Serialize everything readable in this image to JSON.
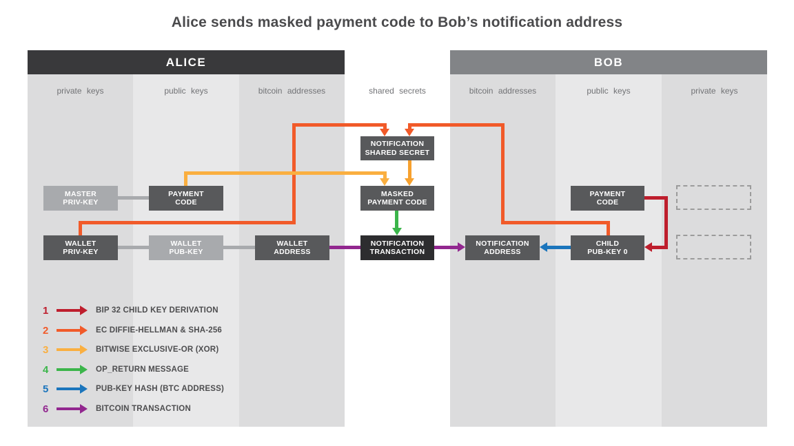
{
  "title": "Alice sends masked payment code to Bob’s notification address",
  "panels": {
    "alice": {
      "header": "ALICE",
      "columns": [
        "private keys",
        "public keys",
        "bitcoin addresses"
      ]
    },
    "middle_column_label": "shared secrets",
    "bob": {
      "header": "BOB",
      "columns": [
        "bitcoin addresses",
        "public keys",
        "private keys"
      ]
    }
  },
  "boxes": {
    "master_priv_key": {
      "l1": "MASTER",
      "l2": "PRIV-KEY"
    },
    "payment_code_alice": {
      "l1": "PAYMENT",
      "l2": "CODE"
    },
    "wallet_priv_key": {
      "l1": "WALLET",
      "l2": "PRIV-KEY"
    },
    "wallet_pub_key": {
      "l1": "WALLET",
      "l2": "PUB-KEY"
    },
    "wallet_address": {
      "l1": "WALLET",
      "l2": "ADDRESS"
    },
    "notification_shared_secret": {
      "l1": "NOTIFICATION",
      "l2": "SHARED SECRET"
    },
    "masked_payment_code": {
      "l1": "MASKED",
      "l2": "PAYMENT CODE"
    },
    "notification_transaction": {
      "l1": "NOTIFICATION",
      "l2": "TRANSACTION"
    },
    "notification_address": {
      "l1": "NOTIFICATION",
      "l2": "ADDRESS"
    },
    "payment_code_bob": {
      "l1": "PAYMENT",
      "l2": "CODE"
    },
    "child_pub_key_0": {
      "l1": "CHILD",
      "l2": "PUB-KEY 0"
    }
  },
  "legend": {
    "items": [
      {
        "num": "1",
        "label": "BIP 32 CHILD KEY DERIVATION",
        "color": "#BE1E2D"
      },
      {
        "num": "2",
        "label": "EC DIFFIE-HELLMAN & SHA-256",
        "color": "#F15A29"
      },
      {
        "num": "3",
        "label": "BITWISE EXCLUSIVE-OR (XOR)",
        "color": "#FAAF40"
      },
      {
        "num": "4",
        "label": "OP_RETURN MESSAGE",
        "color": "#3BB54A"
      },
      {
        "num": "5",
        "label": "PUB-KEY HASH (BTC ADDRESS)",
        "color": "#1B75BC"
      },
      {
        "num": "6",
        "label": "BITCOIN TRANSACTION",
        "color": "#92278F"
      }
    ]
  },
  "colors": {
    "red": "#BE1E2D",
    "orange": "#F15A29",
    "yellow": "#FAAF40",
    "amber": "#F7A12E",
    "green": "#3BB54A",
    "blue": "#1B75BC",
    "purple": "#92278F",
    "alice_header": "#39393B",
    "bob_header": "#828487",
    "box_dark": "#58595B",
    "box_light": "#A8AAAD",
    "box_black": "#2D2D2F",
    "col_dark": "#DCDCDD",
    "col_light": "#E8E8E9",
    "connector": "#A8AAAD",
    "dashed_border": "#9B9B9B",
    "title_text": "#4A4A4C",
    "label_text": "#717275",
    "legend_text": "#4D4D4F"
  }
}
